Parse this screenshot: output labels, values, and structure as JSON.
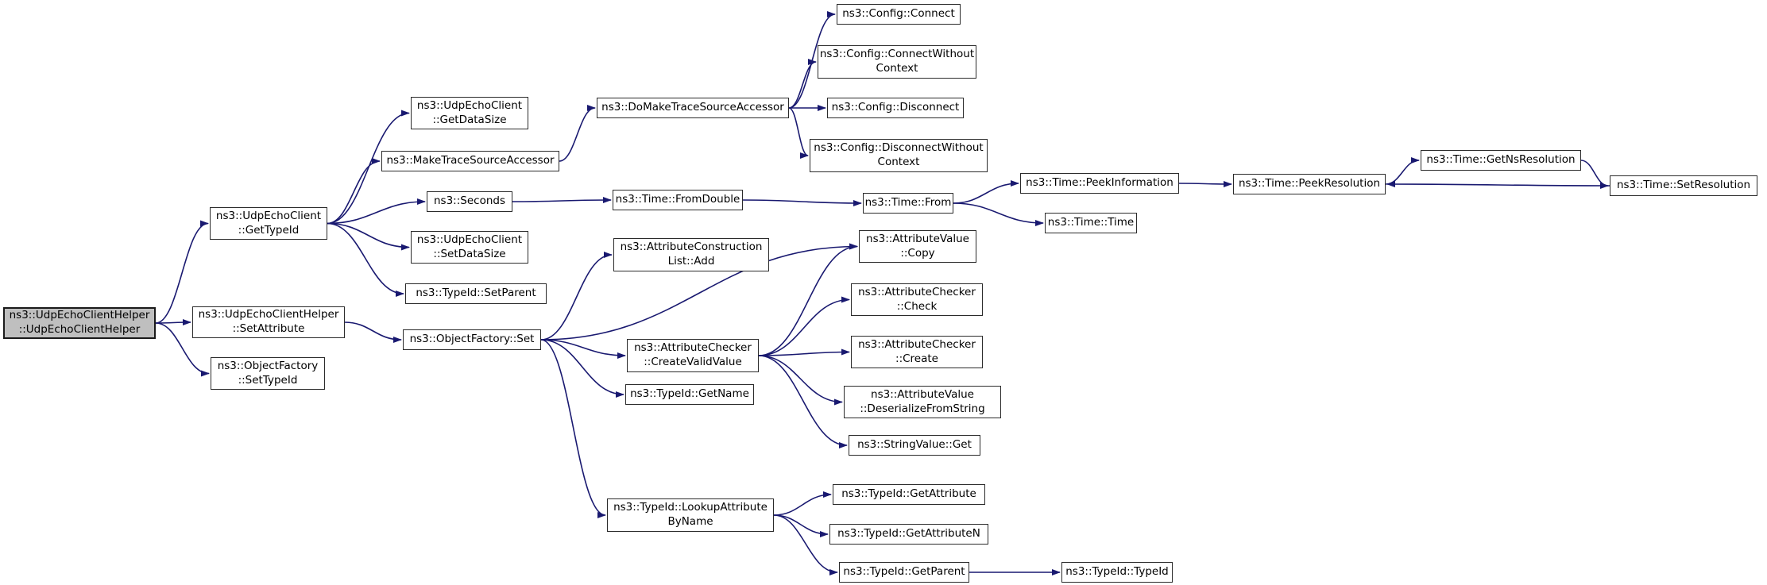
{
  "diagram": {
    "type": "call-graph",
    "description": "Doxygen call graph for ns3::UdpEchoClientHelper::UdpEchoClientHelper",
    "colors": {
      "edge": "#191970",
      "node_fill": "#ffffff",
      "node_border": "#2b2b2b",
      "root_fill": "#bfbfbf",
      "text": "#000000",
      "background": "#ffffff"
    },
    "nodes": [
      {
        "id": "root",
        "highlighted": true,
        "lines": [
          "ns3::UdpEchoClientHelper",
          "::UdpEchoClientHelper"
        ]
      },
      {
        "id": "get-type-id",
        "highlighted": false,
        "lines": [
          "ns3::UdpEchoClient",
          "::GetTypeId"
        ]
      },
      {
        "id": "set-attribute",
        "highlighted": false,
        "lines": [
          "ns3::UdpEchoClientHelper",
          "::SetAttribute"
        ]
      },
      {
        "id": "set-type-id",
        "highlighted": false,
        "lines": [
          "ns3::ObjectFactory",
          "::SetTypeId"
        ]
      },
      {
        "id": "get-data-size",
        "highlighted": false,
        "lines": [
          "ns3::UdpEchoClient",
          "::GetDataSize"
        ]
      },
      {
        "id": "make-trace-source-accessor",
        "highlighted": false,
        "lines": [
          "ns3::MakeTraceSourceAccessor"
        ]
      },
      {
        "id": "seconds",
        "highlighted": false,
        "lines": [
          "ns3::Seconds"
        ]
      },
      {
        "id": "set-data-size",
        "highlighted": false,
        "lines": [
          "ns3::UdpEchoClient",
          "::SetDataSize"
        ]
      },
      {
        "id": "type-id-set-parent",
        "highlighted": false,
        "lines": [
          "ns3::TypeId::SetParent"
        ]
      },
      {
        "id": "object-factory-set",
        "highlighted": false,
        "lines": [
          "ns3::ObjectFactory::Set"
        ]
      },
      {
        "id": "do-make-trace-source-accessor",
        "highlighted": false,
        "lines": [
          "ns3::DoMakeTraceSourceAccessor"
        ]
      },
      {
        "id": "config-connect",
        "highlighted": false,
        "lines": [
          "ns3::Config::Connect"
        ]
      },
      {
        "id": "config-connect-without-context",
        "highlighted": false,
        "lines": [
          "ns3::Config::ConnectWithout",
          "Context"
        ]
      },
      {
        "id": "config-disconnect",
        "highlighted": false,
        "lines": [
          "ns3::Config::Disconnect"
        ]
      },
      {
        "id": "config-disconnect-without-context",
        "highlighted": false,
        "lines": [
          "ns3::Config::DisconnectWithout",
          "Context"
        ]
      },
      {
        "id": "time-from-double",
        "highlighted": false,
        "lines": [
          "ns3::Time::FromDouble"
        ]
      },
      {
        "id": "time-from",
        "highlighted": false,
        "lines": [
          "ns3::Time::From"
        ]
      },
      {
        "id": "time-peek-information",
        "highlighted": false,
        "lines": [
          "ns3::Time::PeekInformation"
        ]
      },
      {
        "id": "time-time",
        "highlighted": false,
        "lines": [
          "ns3::Time::Time"
        ]
      },
      {
        "id": "time-peek-resolution",
        "highlighted": false,
        "lines": [
          "ns3::Time::PeekResolution"
        ]
      },
      {
        "id": "time-get-ns-resolution",
        "highlighted": false,
        "lines": [
          "ns3::Time::GetNsResolution"
        ]
      },
      {
        "id": "time-set-resolution",
        "highlighted": false,
        "lines": [
          "ns3::Time::SetResolution"
        ]
      },
      {
        "id": "attribute-construction-list-add",
        "highlighted": false,
        "lines": [
          "ns3::AttributeConstruction",
          "List::Add"
        ]
      },
      {
        "id": "attribute-value-copy",
        "highlighted": false,
        "lines": [
          "ns3::AttributeValue",
          "::Copy"
        ]
      },
      {
        "id": "attribute-checker-check",
        "highlighted": false,
        "lines": [
          "ns3::AttributeChecker",
          "::Check"
        ]
      },
      {
        "id": "attribute-checker-create-valid-value",
        "highlighted": false,
        "lines": [
          "ns3::AttributeChecker",
          "::CreateValidValue"
        ]
      },
      {
        "id": "attribute-checker-create",
        "highlighted": false,
        "lines": [
          "ns3::AttributeChecker",
          "::Create"
        ]
      },
      {
        "id": "type-id-get-name",
        "highlighted": false,
        "lines": [
          "ns3::TypeId::GetName"
        ]
      },
      {
        "id": "attribute-value-deserialize-from-string",
        "highlighted": false,
        "lines": [
          "ns3::AttributeValue",
          "::DeserializeFromString"
        ]
      },
      {
        "id": "string-value-get",
        "highlighted": false,
        "lines": [
          "ns3::StringValue::Get"
        ]
      },
      {
        "id": "type-id-lookup-attribute-by-name",
        "highlighted": false,
        "lines": [
          "ns3::TypeId::LookupAttribute",
          "ByName"
        ]
      },
      {
        "id": "type-id-get-attribute",
        "highlighted": false,
        "lines": [
          "ns3::TypeId::GetAttribute"
        ]
      },
      {
        "id": "type-id-get-attribute-n",
        "highlighted": false,
        "lines": [
          "ns3::TypeId::GetAttributeN"
        ]
      },
      {
        "id": "type-id-get-parent",
        "highlighted": false,
        "lines": [
          "ns3::TypeId::GetParent"
        ]
      },
      {
        "id": "type-id-type-id",
        "highlighted": false,
        "lines": [
          "ns3::TypeId::TypeId"
        ]
      }
    ],
    "edges": [
      {
        "from": "root",
        "to": "get-type-id"
      },
      {
        "from": "root",
        "to": "set-attribute"
      },
      {
        "from": "root",
        "to": "set-type-id"
      },
      {
        "from": "get-type-id",
        "to": "get-data-size"
      },
      {
        "from": "get-type-id",
        "to": "make-trace-source-accessor"
      },
      {
        "from": "get-type-id",
        "to": "seconds"
      },
      {
        "from": "get-type-id",
        "to": "set-data-size"
      },
      {
        "from": "get-type-id",
        "to": "type-id-set-parent"
      },
      {
        "from": "make-trace-source-accessor",
        "to": "do-make-trace-source-accessor"
      },
      {
        "from": "do-make-trace-source-accessor",
        "to": "config-connect"
      },
      {
        "from": "do-make-trace-source-accessor",
        "to": "config-connect-without-context"
      },
      {
        "from": "do-make-trace-source-accessor",
        "to": "config-disconnect"
      },
      {
        "from": "do-make-trace-source-accessor",
        "to": "config-disconnect-without-context"
      },
      {
        "from": "seconds",
        "to": "time-from-double"
      },
      {
        "from": "time-from-double",
        "to": "time-from"
      },
      {
        "from": "time-from",
        "to": "time-peek-information"
      },
      {
        "from": "time-from",
        "to": "time-time"
      },
      {
        "from": "time-peek-information",
        "to": "time-peek-resolution"
      },
      {
        "from": "time-peek-resolution",
        "to": "time-get-ns-resolution"
      },
      {
        "from": "time-get-ns-resolution",
        "to": "time-set-resolution"
      },
      {
        "from": "time-set-resolution",
        "to": "time-peek-resolution"
      },
      {
        "from": "set-attribute",
        "to": "object-factory-set"
      },
      {
        "from": "object-factory-set",
        "to": "attribute-construction-list-add"
      },
      {
        "from": "object-factory-set",
        "to": "attribute-value-copy"
      },
      {
        "from": "object-factory-set",
        "to": "attribute-checker-create-valid-value"
      },
      {
        "from": "object-factory-set",
        "to": "type-id-get-name"
      },
      {
        "from": "object-factory-set",
        "to": "type-id-lookup-attribute-by-name"
      },
      {
        "from": "attribute-checker-create-valid-value",
        "to": "attribute-value-copy"
      },
      {
        "from": "attribute-checker-create-valid-value",
        "to": "attribute-checker-check"
      },
      {
        "from": "attribute-checker-create-valid-value",
        "to": "attribute-checker-create"
      },
      {
        "from": "attribute-checker-create-valid-value",
        "to": "attribute-value-deserialize-from-string"
      },
      {
        "from": "attribute-checker-create-valid-value",
        "to": "string-value-get"
      },
      {
        "from": "type-id-lookup-attribute-by-name",
        "to": "type-id-get-attribute"
      },
      {
        "from": "type-id-lookup-attribute-by-name",
        "to": "type-id-get-attribute-n"
      },
      {
        "from": "type-id-lookup-attribute-by-name",
        "to": "type-id-get-parent"
      },
      {
        "from": "type-id-get-parent",
        "to": "type-id-type-id"
      }
    ]
  }
}
